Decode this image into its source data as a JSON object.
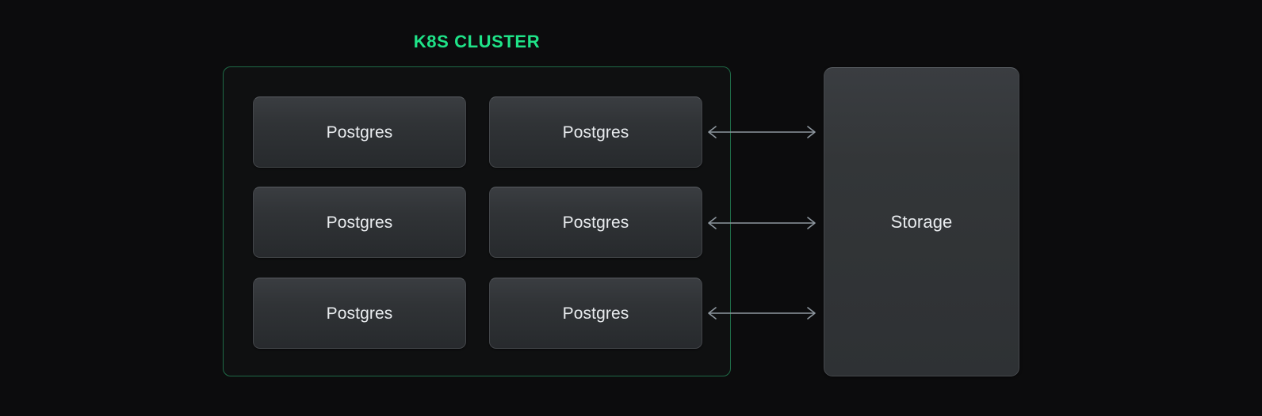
{
  "diagram": {
    "title": "K8S CLUSTER",
    "background_color": "#0c0c0d",
    "accent_color": "#1fe388",
    "cluster_border_color": "#1f6b47",
    "node_text_color": "#e9ecef",
    "arrow_color": "#8e979f",
    "cluster": {
      "label": "K8S CLUSTER",
      "nodes": [
        {
          "label": "Postgres",
          "row": 1,
          "column": "left"
        },
        {
          "label": "Postgres",
          "row": 1,
          "column": "right"
        },
        {
          "label": "Postgres",
          "row": 2,
          "column": "left"
        },
        {
          "label": "Postgres",
          "row": 2,
          "column": "right"
        },
        {
          "label": "Postgres",
          "row": 3,
          "column": "left"
        },
        {
          "label": "Postgres",
          "row": 3,
          "column": "right"
        }
      ]
    },
    "storage": {
      "label": "Storage"
    },
    "connectors": [
      {
        "name": "bidirectional-arrow",
        "row": 1,
        "direction": "both"
      },
      {
        "name": "bidirectional-arrow",
        "row": 2,
        "direction": "both"
      },
      {
        "name": "bidirectional-arrow",
        "row": 3,
        "direction": "both"
      }
    ]
  }
}
